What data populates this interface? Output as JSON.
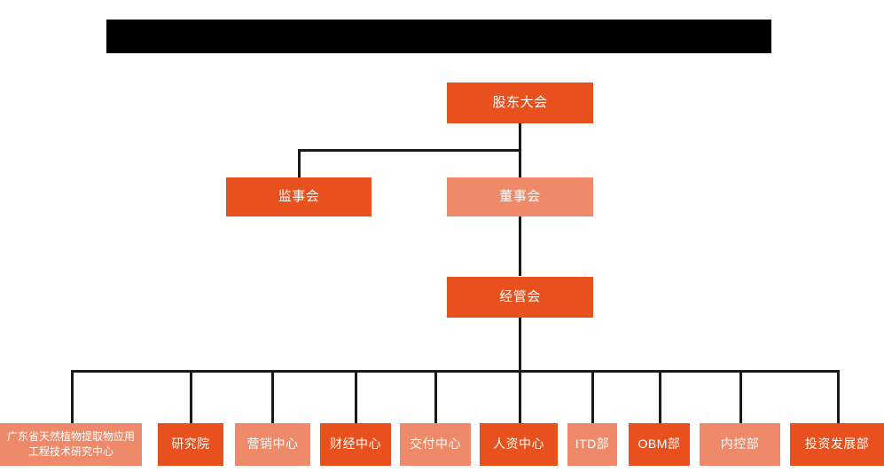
{
  "chart_data": {
    "type": "diagram",
    "diagram_type": "organization-chart",
    "title": "",
    "title_bar": {
      "visible": true,
      "redacted": true,
      "color": "#000000",
      "text": ""
    },
    "colors": {
      "primary_dark_orange": "#E8501E",
      "secondary_light_orange": "#EE8A6A",
      "connector": "#1A1A1A",
      "text": "#FFFFFF",
      "background": "#FFFFFF"
    },
    "levels": [
      {
        "level": 1,
        "nodes": [
          {
            "id": "n1",
            "label": "股东大会",
            "style": "dark"
          }
        ]
      },
      {
        "level": 2,
        "nodes": [
          {
            "id": "n2",
            "label": "监事会",
            "style": "dark"
          },
          {
            "id": "n3",
            "label": "董事会",
            "style": "light"
          }
        ]
      },
      {
        "level": 3,
        "nodes": [
          {
            "id": "n4",
            "label": "经管会",
            "style": "dark"
          }
        ]
      },
      {
        "level": 4,
        "nodes": [
          {
            "id": "d1",
            "label": "广东省天然植物提取物应用工程技术研究中心",
            "style": "light"
          },
          {
            "id": "d2",
            "label": "研究院",
            "style": "dark"
          },
          {
            "id": "d3",
            "label": "营销中心",
            "style": "light"
          },
          {
            "id": "d4",
            "label": "财经中心",
            "style": "dark"
          },
          {
            "id": "d5",
            "label": "交付中心",
            "style": "light"
          },
          {
            "id": "d6",
            "label": "人资中心",
            "style": "dark"
          },
          {
            "id": "d7",
            "label": "ITD部",
            "style": "light"
          },
          {
            "id": "d8",
            "label": "OBM部",
            "style": "dark"
          },
          {
            "id": "d9",
            "label": "内控部",
            "style": "light"
          },
          {
            "id": "d10",
            "label": "投资发展部",
            "style": "dark"
          }
        ]
      }
    ],
    "edges": [
      {
        "from": "n1",
        "to": "n2"
      },
      {
        "from": "n1",
        "to": "n3"
      },
      {
        "from": "n3",
        "to": "n4"
      },
      {
        "from": "n4",
        "to": "d1"
      },
      {
        "from": "n4",
        "to": "d2"
      },
      {
        "from": "n4",
        "to": "d3"
      },
      {
        "from": "n4",
        "to": "d4"
      },
      {
        "from": "n4",
        "to": "d5"
      },
      {
        "from": "n4",
        "to": "d6"
      },
      {
        "from": "n4",
        "to": "d7"
      },
      {
        "from": "n4",
        "to": "d8"
      },
      {
        "from": "n4",
        "to": "d9"
      },
      {
        "from": "n4",
        "to": "d10"
      }
    ]
  },
  "nodes": {
    "shareholders_meeting": "股东大会",
    "board_of_supervisors": "监事会",
    "board_of_directors": "董事会",
    "management_committee": "经管会",
    "dept_research_center": "广东省天然植物提取物应用工程技术研究中心",
    "dept_research_institute": "研究院",
    "dept_marketing": "营销中心",
    "dept_finance": "财经中心",
    "dept_delivery": "交付中心",
    "dept_hr": "人资中心",
    "dept_itd": "ITD部",
    "dept_obm": "OBM部",
    "dept_internal_control": "内控部",
    "dept_investment": "投资发展部"
  }
}
